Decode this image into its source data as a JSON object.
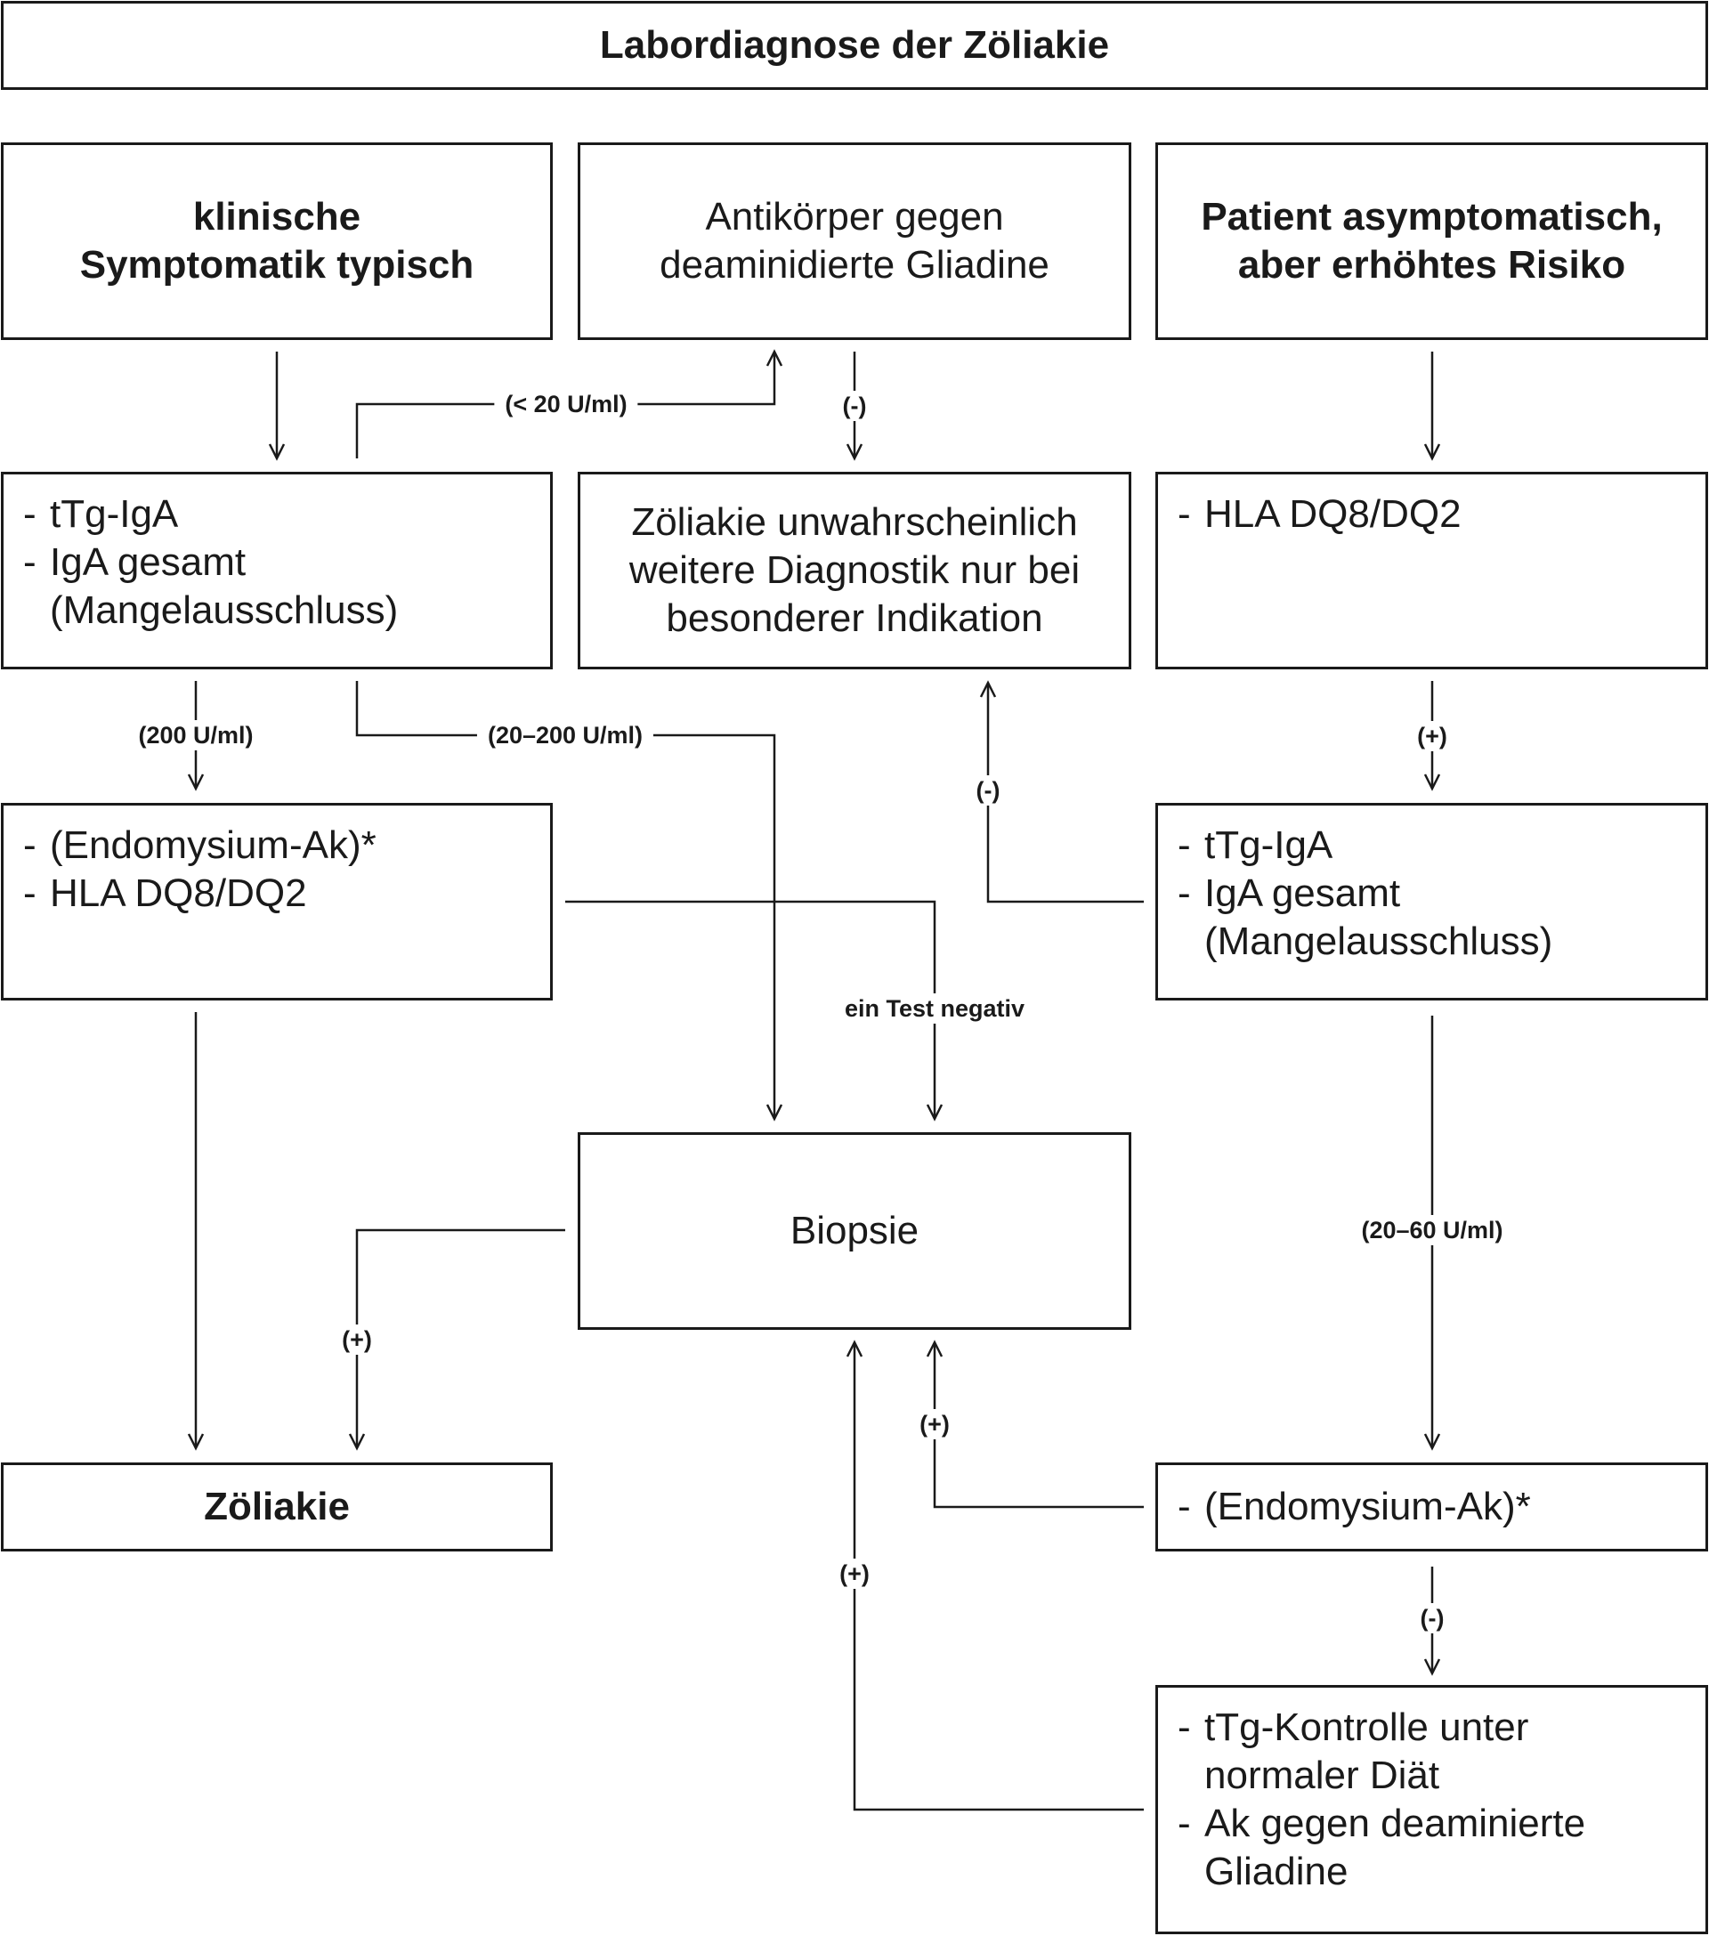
{
  "title": "Labordiagnose der Zöliakie",
  "boxes": {
    "klinisch": [
      "klinische",
      "Symptomatik typisch"
    ],
    "antikoerper": [
      "Antikörper gegen",
      "deaminidierte Gliadine"
    ],
    "asymptomatisch": [
      "Patient asymptomatisch,",
      "aber erhöhtes Risiko"
    ],
    "ttg_left": [
      "tTg-IgA",
      "IgA gesamt",
      "(Mangelausschluss)"
    ],
    "unwahrscheinlich": [
      "Zöliakie unwahrscheinlich",
      "weitere Diagnostik nur bei",
      "besonderer Indikation"
    ],
    "hla_right": [
      "HLA DQ8/DQ2"
    ],
    "endomysium_left": [
      "(Endomysium-Ak)*",
      "HLA DQ8/DQ2"
    ],
    "ttg_right": [
      "tTg-IgA",
      "IgA gesamt",
      "(Mangelausschluss)"
    ],
    "biopsie": "Biopsie",
    "zoeliakie": "Zöliakie",
    "endomysium_right": [
      "(Endomysium-Ak)*"
    ],
    "kontrolle": [
      "tTg-Kontrolle unter",
      "normaler Diät",
      "Ak gegen deaminierte",
      "Gliadine"
    ]
  },
  "edge_labels": {
    "lt20": "(< 20 U/ml)",
    "neg_top": "(-)",
    "u200": "(200 U/ml)",
    "u20_200": "(20–200 U/ml)",
    "pos_hla": "(+)",
    "neg_mid": "(-)",
    "ein_test_negativ": "ein Test negativ",
    "u20_60": "(20–60 U/ml)",
    "pos_biopsie_zoeliakie": "(+)",
    "pos_endomysium": "(+)",
    "pos_kontrolle": "(+)",
    "neg_endomysium": "(-)"
  }
}
